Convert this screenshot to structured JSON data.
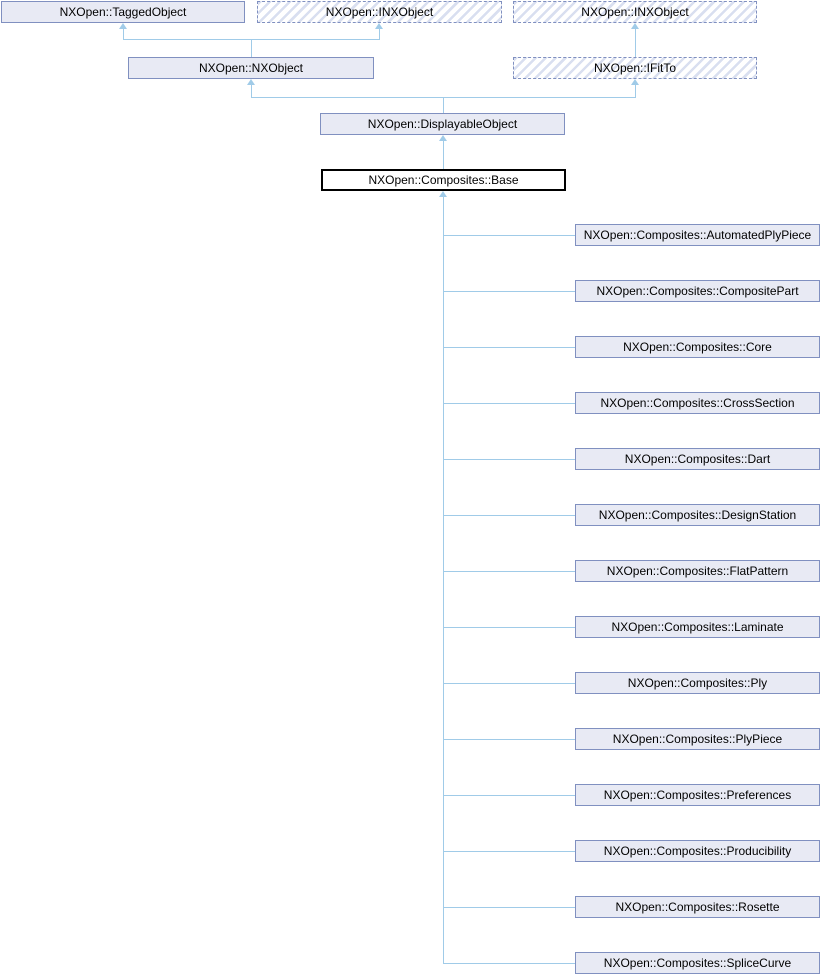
{
  "diagram": {
    "type": "class-inheritance-graph",
    "colors": {
      "background": "#FFFFFF",
      "node_fill": "#E8EAF4",
      "node_border": "#8090C0",
      "current_node_fill": "#FFFFFF",
      "current_node_border": "#000000",
      "edge": "#A0CBE8",
      "hatch_stripe": "#D9DFF0",
      "text": "#000000"
    },
    "nodes": [
      {
        "id": "tagged-object",
        "label": "NXOpen::TaggedObject",
        "kind": "class"
      },
      {
        "id": "inx-object-1",
        "label": "NXOpen::INXObject",
        "kind": "interface-undocumented"
      },
      {
        "id": "inx-object-2",
        "label": "NXOpen::INXObject",
        "kind": "interface-undocumented"
      },
      {
        "id": "nx-object",
        "label": "NXOpen::NXObject",
        "kind": "class"
      },
      {
        "id": "ifitto",
        "label": "NXOpen::IFitTo",
        "kind": "interface-undocumented"
      },
      {
        "id": "displayable-object",
        "label": "NXOpen::DisplayableObject",
        "kind": "class"
      },
      {
        "id": "base",
        "label": "NXOpen::Composites::Base",
        "kind": "current"
      },
      {
        "id": "automated-ply-piece",
        "label": "NXOpen::Composites::AutomatedPlyPiece",
        "kind": "class"
      },
      {
        "id": "composite-part",
        "label": "NXOpen::Composites::CompositePart",
        "kind": "class"
      },
      {
        "id": "core",
        "label": "NXOpen::Composites::Core",
        "kind": "class"
      },
      {
        "id": "cross-section",
        "label": "NXOpen::Composites::CrossSection",
        "kind": "class"
      },
      {
        "id": "dart",
        "label": "NXOpen::Composites::Dart",
        "kind": "class"
      },
      {
        "id": "design-station",
        "label": "NXOpen::Composites::DesignStation",
        "kind": "class"
      },
      {
        "id": "flat-pattern",
        "label": "NXOpen::Composites::FlatPattern",
        "kind": "class"
      },
      {
        "id": "laminate",
        "label": "NXOpen::Composites::Laminate",
        "kind": "class"
      },
      {
        "id": "ply",
        "label": "NXOpen::Composites::Ply",
        "kind": "class"
      },
      {
        "id": "ply-piece",
        "label": "NXOpen::Composites::PlyPiece",
        "kind": "class"
      },
      {
        "id": "preferences",
        "label": "NXOpen::Composites::Preferences",
        "kind": "class"
      },
      {
        "id": "producibility",
        "label": "NXOpen::Composites::Producibility",
        "kind": "class"
      },
      {
        "id": "rosette",
        "label": "NXOpen::Composites::Rosette",
        "kind": "class"
      },
      {
        "id": "splice-curve",
        "label": "NXOpen::Composites::SpliceCurve",
        "kind": "class"
      }
    ],
    "edges": [
      {
        "from": "nx-object",
        "to": "tagged-object"
      },
      {
        "from": "nx-object",
        "to": "inx-object-1"
      },
      {
        "from": "ifitto",
        "to": "inx-object-2"
      },
      {
        "from": "displayable-object",
        "to": "nx-object"
      },
      {
        "from": "displayable-object",
        "to": "ifitto"
      },
      {
        "from": "base",
        "to": "displayable-object"
      },
      {
        "from": "automated-ply-piece",
        "to": "base"
      },
      {
        "from": "composite-part",
        "to": "base"
      },
      {
        "from": "core",
        "to": "base"
      },
      {
        "from": "cross-section",
        "to": "base"
      },
      {
        "from": "dart",
        "to": "base"
      },
      {
        "from": "design-station",
        "to": "base"
      },
      {
        "from": "flat-pattern",
        "to": "base"
      },
      {
        "from": "laminate",
        "to": "base"
      },
      {
        "from": "ply",
        "to": "base"
      },
      {
        "from": "ply-piece",
        "to": "base"
      },
      {
        "from": "preferences",
        "to": "base"
      },
      {
        "from": "producibility",
        "to": "base"
      },
      {
        "from": "rosette",
        "to": "base"
      },
      {
        "from": "splice-curve",
        "to": "base"
      }
    ]
  }
}
